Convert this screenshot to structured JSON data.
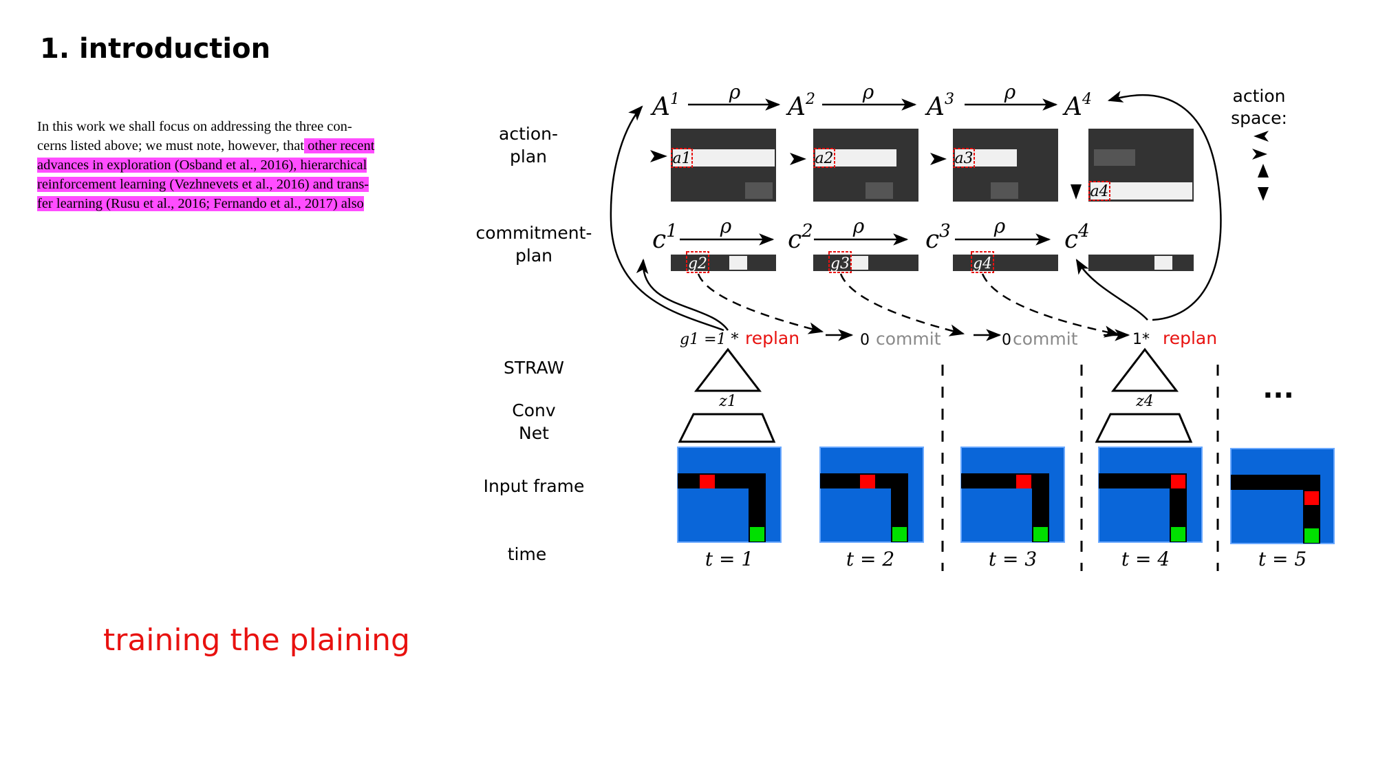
{
  "slide": {
    "title": "1. introduction",
    "note": "training the plaining"
  },
  "excerpt": {
    "lines": [
      {
        "plain": "In this work we shall focus on addressing the three con-",
        "hl": ""
      },
      {
        "plain": "cerns listed above; we must note, however, that",
        "hl": " other recent"
      },
      {
        "plain": "",
        "hl": "advances in exploration (Osband et al., 2016), hierarchical"
      },
      {
        "plain": "",
        "hl": "reinforcement learning (Vezhnevets et al., 2016) and trans-"
      },
      {
        "plain": "",
        "hl": "fer learning (Rusu et al., 2016; Fernando et al., 2017) also"
      }
    ],
    "highlight_color": "#ff4dff"
  },
  "diagram": {
    "row_labels": {
      "action_plan": [
        "action-",
        "plan"
      ],
      "commitment_plan": [
        "commitment-",
        "plan"
      ],
      "straw": "STRAW",
      "convnet": [
        "Conv",
        "Net"
      ],
      "input_frame": "Input frame",
      "time": "time"
    },
    "action_space_label": [
      "action",
      "space:"
    ],
    "rho": "ρ",
    "action_plans": [
      "A",
      "A",
      "A",
      "A"
    ],
    "commitment_plans": [
      "c",
      "c",
      "c",
      "c"
    ],
    "superscripts": [
      "1",
      "2",
      "3",
      "4"
    ],
    "action_marks": [
      "a1",
      "a2",
      "a3",
      "a4"
    ],
    "commit_marks": [
      "g2",
      "g3",
      "g4"
    ],
    "decisions": [
      {
        "prefix": "g1 =1 *",
        "label": "replan"
      },
      {
        "prefix": "0",
        "label": "commit"
      },
      {
        "prefix": "0",
        "label": "commit"
      },
      {
        "prefix": "1*",
        "label": "replan"
      }
    ],
    "latents": [
      "z1",
      "z4"
    ],
    "ellipsis": "...",
    "times": [
      "t = 1",
      "t = 2",
      "t = 3",
      "t = 4",
      "t = 5"
    ],
    "colors": {
      "replan": "#e8110f",
      "commit": "#8a8a8a",
      "frame_blue": "#0a66d9",
      "agent": "#ff0000",
      "goal": "#00e000",
      "plan_dark": "#333333"
    }
  }
}
